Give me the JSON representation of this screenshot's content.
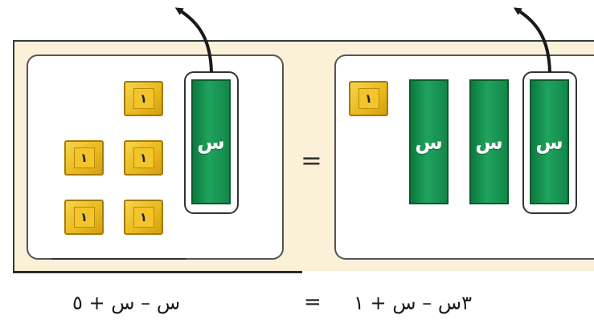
{
  "x_tile_label": "س",
  "unit_tile_label": "١",
  "middle_equals": "=",
  "bottom": {
    "left_expression": "س – س + ٥",
    "equals": "=",
    "right_expression": "٣س – س + ١"
  },
  "colors": {
    "x_tile": "#13864a",
    "unit_tile": "#f3c52a",
    "frame_fill": "#fbf1d9"
  }
}
